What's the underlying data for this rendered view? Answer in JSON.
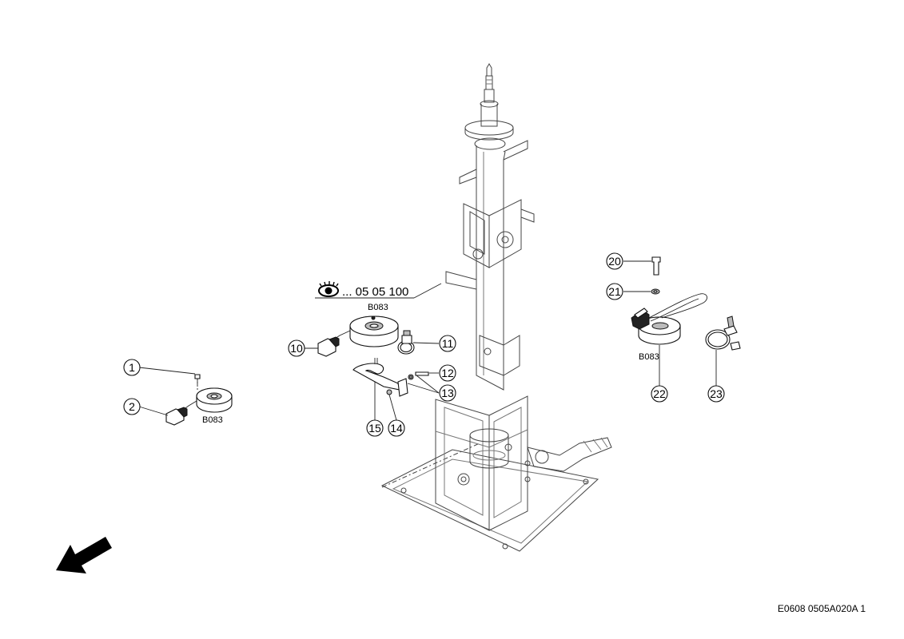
{
  "drawing": {
    "code": "E0608 0505A020A 1",
    "reference": "... 05 05 100",
    "reference_icon": "eye-icon",
    "direction_icon": "arrow-down-left-icon"
  },
  "component_labels": {
    "left_switch": "B083",
    "center_switch": "B083",
    "right_switch": "B083"
  },
  "callouts": {
    "c1": "1",
    "c2": "2",
    "c10": "10",
    "c11": "11",
    "c12": "12",
    "c13": "13",
    "c14": "14",
    "c15": "15",
    "c20": "20",
    "c21": "21",
    "c22": "22",
    "c23": "23"
  }
}
